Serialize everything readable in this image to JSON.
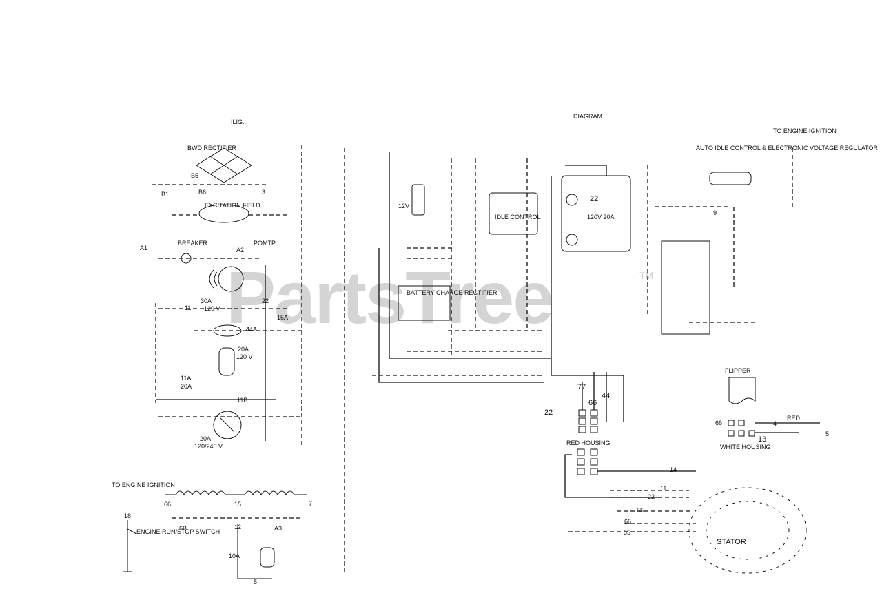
{
  "headers": {
    "schematic": "ILIG...",
    "diagram": "DIAGRAM"
  },
  "watermark": {
    "text": "PartsTree",
    "tm": "TM"
  },
  "left_labels": {
    "bwd_rect": "BWD RECTIFIER",
    "b5": "B5",
    "b1": "B1",
    "b6": "B6",
    "three": "3",
    "excitation_field": "EXCITATION FIELD",
    "breaker": "BREAKER",
    "pump": "POMTP",
    "a1": "A1",
    "a2": "A2",
    "amp30": "30A",
    "v120": "120 V",
    "b22": "22",
    "b11": "11",
    "fifteen_a": "15A",
    "twenty_a": "20A",
    "v120b": "120 V",
    "a11a": "11A",
    "b44a": "44A",
    "eleven_b": "11B",
    "b20a": "20A",
    "b1_20a": "20A",
    "b120_240": "120/240 V"
  },
  "engine_block": {
    "to_engine_ignition": "TO ENGINE IGNITION",
    "n18": "18",
    "switch": "ENGINE RUN/STOP SWITCH",
    "n66": "66",
    "n6b": "6B",
    "n15": "15",
    "n12": "12",
    "n10a": "10A",
    "n5": "5",
    "n7": "7",
    "a3": "A3"
  },
  "right_labels": {
    "to_engine_ignition": "TO ENGINE IGNITION",
    "battery_charge_rectifier": "BATTERY CHARGE RECTIFIER",
    "n22": "22",
    "v120_20a": "120V 20A",
    "n12v": "12V",
    "n77": "77",
    "n66": "66",
    "n44": "44",
    "n55": "55",
    "red_housing": "RED HOUSING",
    "white_housing": "WHITE HOUSING",
    "stator": "STATOR",
    "flipper": "FLIPPER",
    "n4": "4",
    "n13": "13",
    "n55b": "55",
    "n66b": "66",
    "n11": "11",
    "n22b": "22",
    "n14": "14",
    "red": "RED",
    "idle_control": "IDLE CONTROL",
    "auto_idle": "AUTO IDLE CONTROL & ELECTRONIC VOLTAGE REGULATOR",
    "n9": "9"
  }
}
